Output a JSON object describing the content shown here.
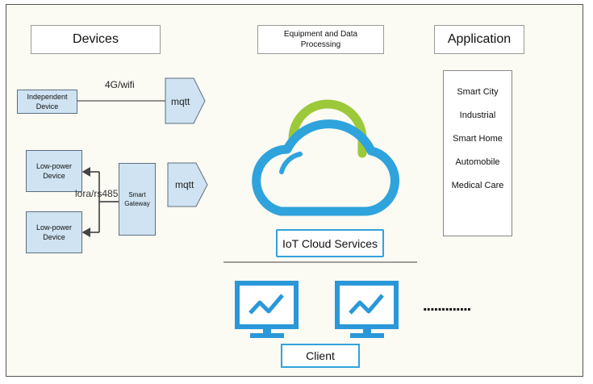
{
  "headers": {
    "devices": "Devices",
    "processing": "Equipment and Data Processing",
    "application": "Application"
  },
  "devices": {
    "independent": "Independent Device",
    "link_4g": "4G/wifi",
    "mqtt_top": "mqtt",
    "low_power_1": "Low-power Device",
    "low_power_2": "Low-power Device",
    "link_lora": "lora/rs485",
    "gateway": "Smart Gateway",
    "mqtt_mid": "mqtt"
  },
  "cloud": {
    "label": "IoT Cloud Services"
  },
  "applications": [
    "Smart City",
    "Industrial",
    "Smart Home",
    "Automobile",
    "Medical Care"
  ],
  "client": {
    "label": "Client",
    "more": "............."
  },
  "colors": {
    "cloud_blue": "#2fa3dc",
    "arc_green": "#9cc93a",
    "device_fill": "#cfe3f2",
    "monitor_blue": "#2a98d8"
  }
}
